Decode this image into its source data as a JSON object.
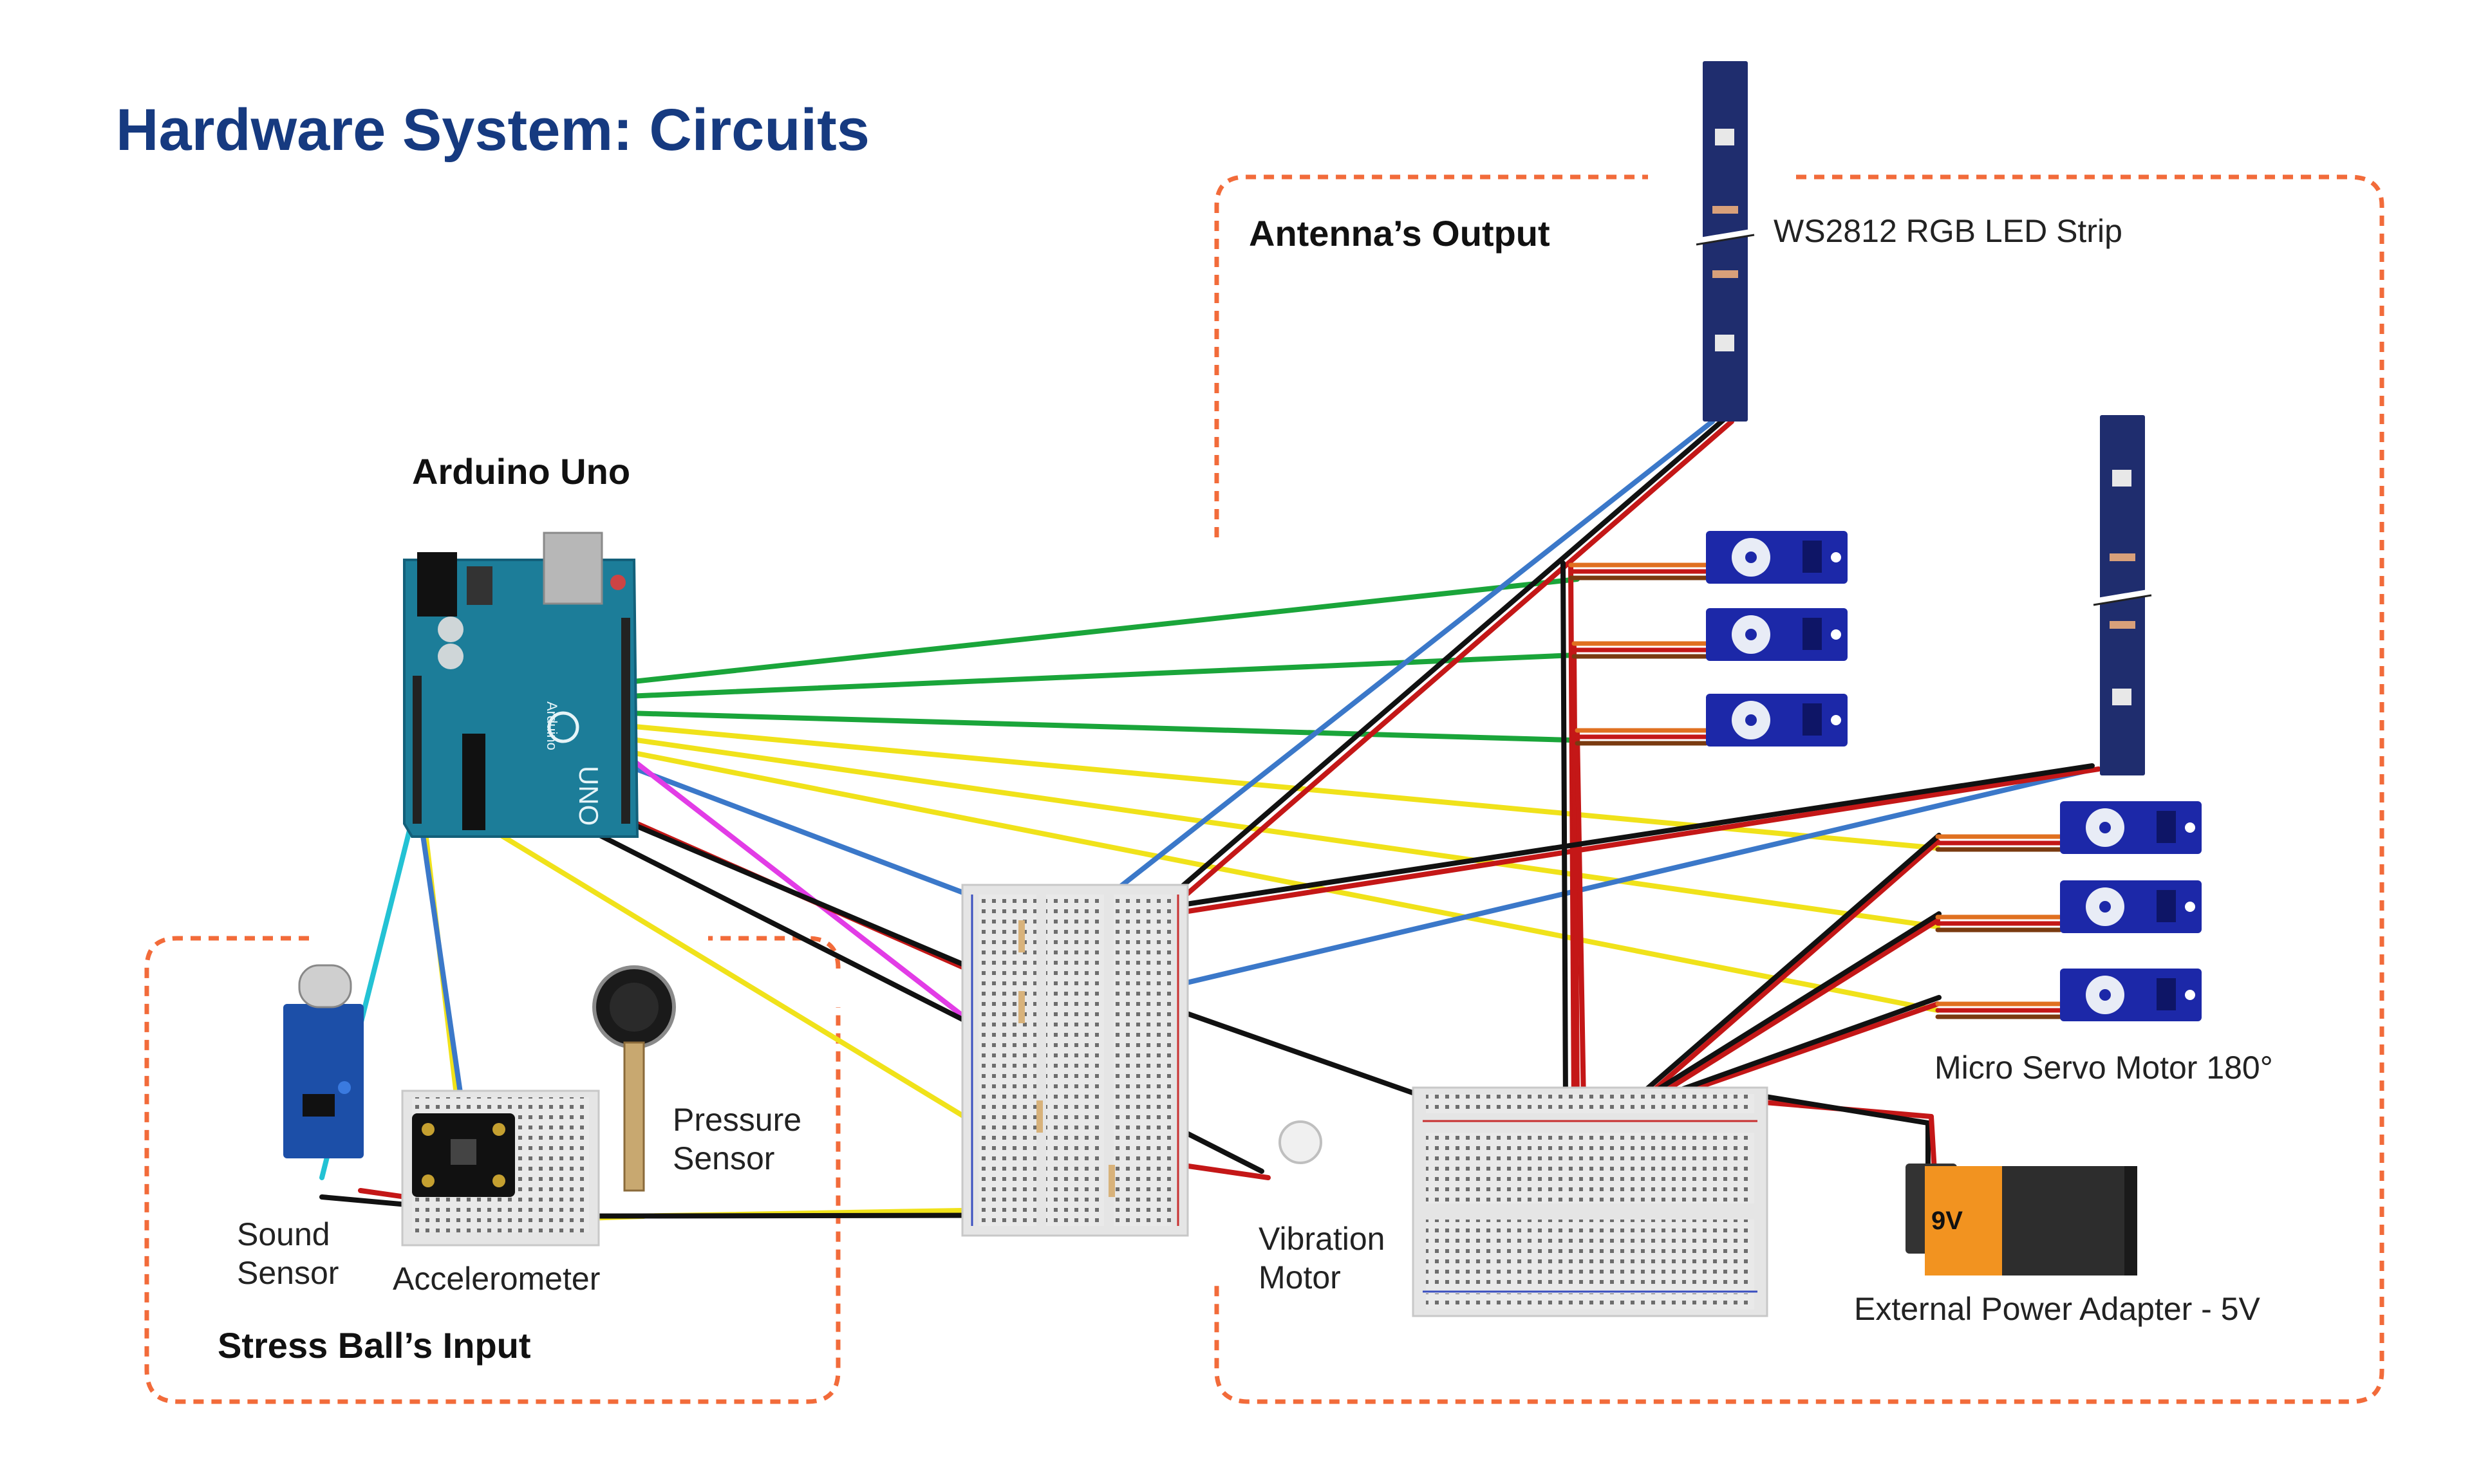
{
  "title": "Hardware System: Circuits",
  "groups": {
    "antenna_output": "Antenna’s Output",
    "stress_ball_input": "Stress Ball’s Input"
  },
  "components": {
    "arduino": "Arduino Uno",
    "led_strip": "WS2812 RGB LED Strip",
    "servo": "Micro Servo Motor 180°",
    "sound_sensor": [
      "Sound",
      "Sensor"
    ],
    "accelerometer": "Accelerometer",
    "pressure_sensor": [
      "Pressure",
      "Sensor"
    ],
    "vibration_motor": [
      "Vibration",
      "Motor"
    ],
    "power_adapter": "External Power Adapter - 5V"
  },
  "board_text": {
    "arduino_logo": "UNO",
    "arduino_brand": "Arduino",
    "battery_label": "9V"
  },
  "colors": {
    "title": "#163a80",
    "dashed_border": "#f26b3a",
    "arduino_board": "#1c7d99",
    "servo_body": "#1c28a8",
    "led_strip": "#1f2d6e",
    "breadboard": "#e8e8e8",
    "wire_green": "#1aa53a",
    "wire_yellow": "#f0e21a",
    "wire_blue": "#3b78c9",
    "wire_red": "#c41717",
    "wire_black": "#111111",
    "wire_magenta": "#e23ce6",
    "wire_cyan": "#23c2d4",
    "battery_orange": "#f29320"
  }
}
